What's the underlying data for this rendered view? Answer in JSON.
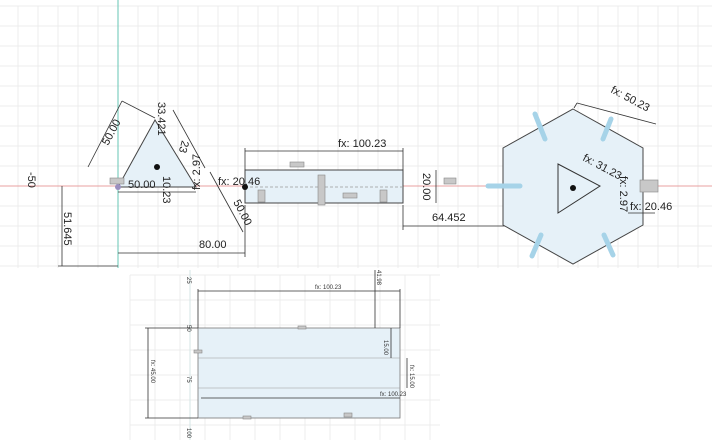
{
  "top_sketch": {
    "axis_label": "-50",
    "triangle": {
      "side_label": "50.00",
      "height_label": "33.421",
      "base_label": "50.00",
      "offset_label": "10.23",
      "angle_label": "23"
    },
    "slot": {
      "fx_small": "fx: 2.97",
      "fx_offset": "fx: 20.46",
      "diag_label": "50.00",
      "length_label": "fx: 100.23",
      "height_label": "20.00",
      "gap_label": "64.452"
    },
    "vertical_offset": "51.645",
    "horizontal_offset": "80.00",
    "hexagon": {
      "side_label": "fx: 50.23",
      "inner_triangle_label": "fx: 31.23",
      "fx_small": "fx: 2.97",
      "fx_offset": "fx: 20.46"
    }
  },
  "bottom_sketch": {
    "ruler": [
      "25",
      "50",
      "75",
      "100"
    ],
    "top_length": "fx: 100.23",
    "top_offset": "41.98",
    "inner_offset": "15.00",
    "right_offset": "fx: 15.00",
    "inner_length": "fx: 100.23",
    "height_label": "fx: 45.00"
  },
  "colors": {
    "x_axis": "#e8a0a0",
    "y_axis": "#7fcfc0",
    "sketch_fill": "#e6f1f8",
    "constraint": "#a6d3e8"
  }
}
